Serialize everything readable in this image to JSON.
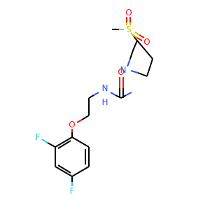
{
  "molecule": {
    "atom_labels": {
      "F_ortho": "F",
      "F_para": "F",
      "O_ether": "O",
      "N_amide": "N",
      "H_amide": "H",
      "O_carbonyl": "O",
      "N_ring": "N",
      "S": "S",
      "O_sulfonyl_1": "O",
      "O_sulfonyl_2": "O"
    },
    "colors": {
      "carbon": "#000000",
      "nitrogen": "#3050f8",
      "oxygen": "#ff0d0d",
      "sulfur": "#c6c600",
      "fluorine": "#33cccc"
    }
  }
}
